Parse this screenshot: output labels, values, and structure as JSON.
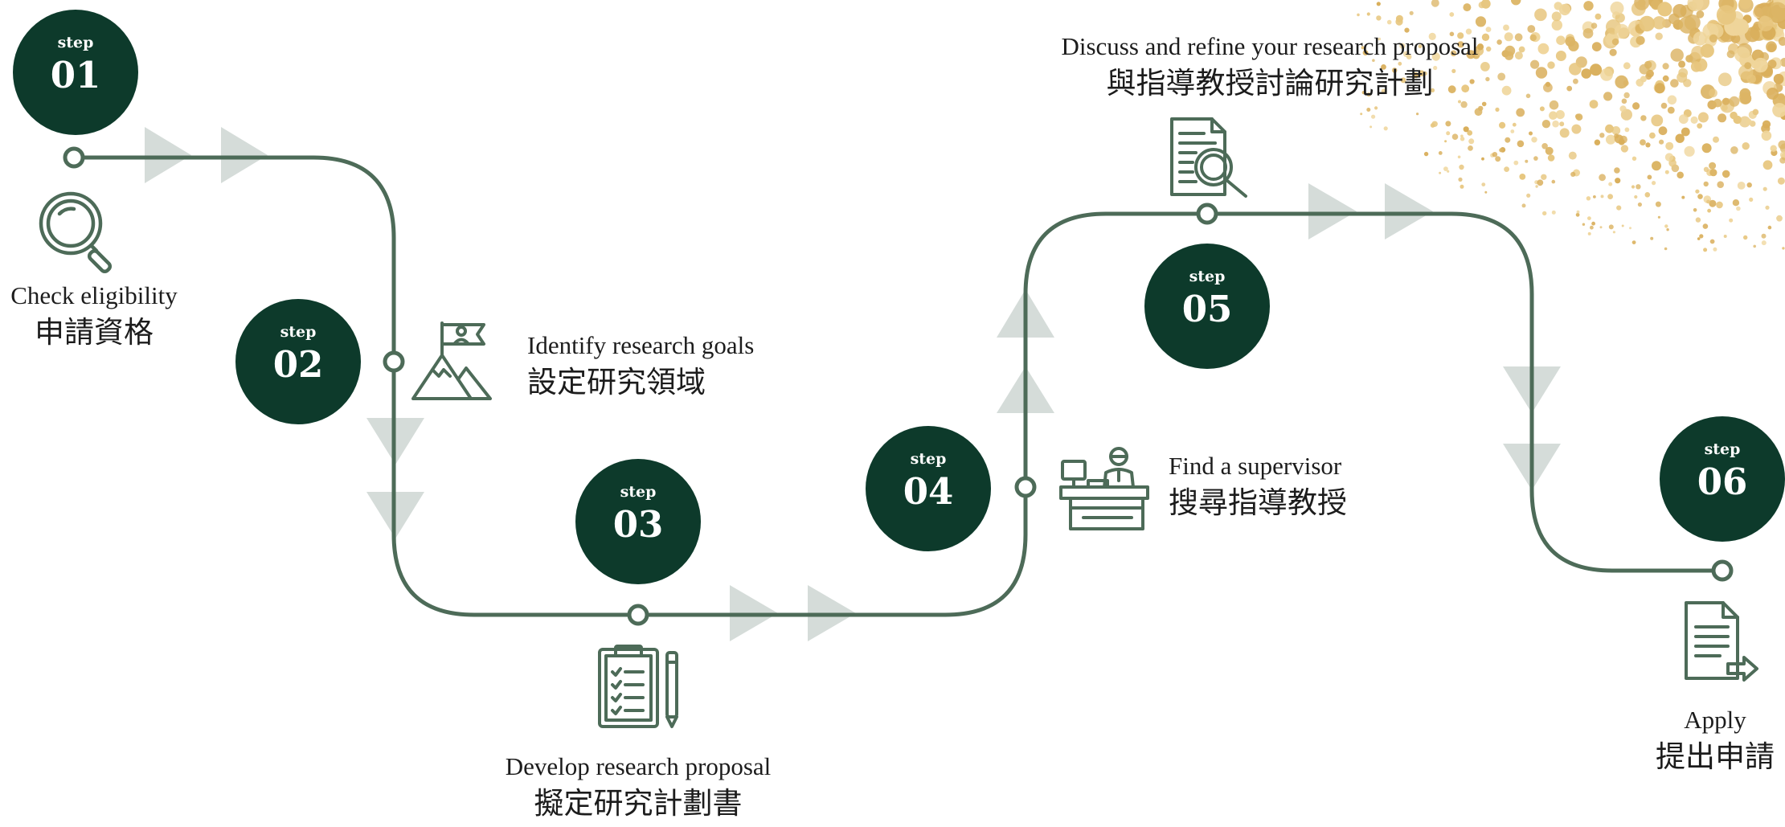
{
  "steps": [
    {
      "word": "step",
      "number": "01",
      "label_en": "Check eligibility",
      "label_zh": "申請資格",
      "icon": "magnifier-icon"
    },
    {
      "word": "step",
      "number": "02",
      "label_en": "Identify research goals",
      "label_zh": "設定研究領域",
      "icon": "mountain-flag-icon"
    },
    {
      "word": "step",
      "number": "03",
      "label_en": "Develop research proposal",
      "label_zh": "擬定研究計劃書",
      "icon": "clipboard-checklist-icon"
    },
    {
      "word": "step",
      "number": "04",
      "label_en": "Find a supervisor",
      "label_zh": "搜尋指導教授",
      "icon": "person-at-desk-icon"
    },
    {
      "word": "step",
      "number": "05",
      "label_en": "Discuss and refine your research proposal",
      "label_zh": "與指導教授討論研究計劃",
      "icon": "document-search-icon"
    },
    {
      "word": "step",
      "number": "06",
      "label_en": "Apply",
      "label_zh": "提出申請",
      "icon": "document-submit-icon"
    }
  ],
  "colors": {
    "circle": "#0d3a2b",
    "path": "#4d6b58",
    "arrow": "#d5dcd9",
    "gold": "#e3c27a"
  }
}
